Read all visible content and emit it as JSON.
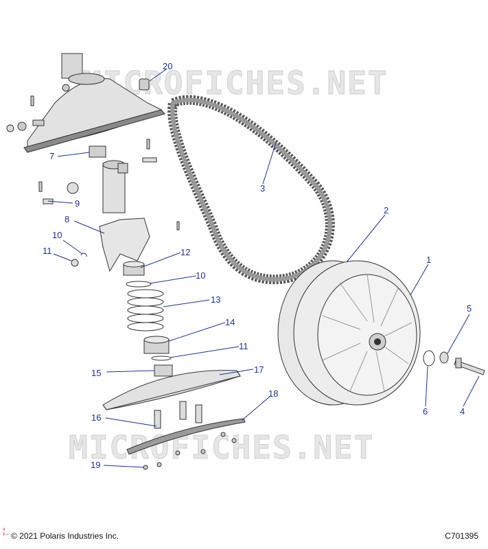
{
  "watermark": "MICROFICHES.NET",
  "footer": {
    "copyright": "© 2021 Polaris Industries Inc.",
    "code": "C701395"
  },
  "callouts": {
    "c1": "1",
    "c2": "2",
    "c3": "3",
    "c4": "4",
    "c5": "5",
    "c6": "6",
    "c7": "7",
    "c8": "8",
    "c9": "9",
    "c10a": "10",
    "c10b": "10",
    "c11a": "11",
    "c11b": "11",
    "c12": "12",
    "c13": "13",
    "c14": "14",
    "c15": "15",
    "c16": "16",
    "c17": "17",
    "c18": "18",
    "c19": "19",
    "c20": "20"
  },
  "colors": {
    "callout": "#1a2fa0",
    "part_fill": "#e4e4e4",
    "part_dark": "#8a8a8a"
  }
}
